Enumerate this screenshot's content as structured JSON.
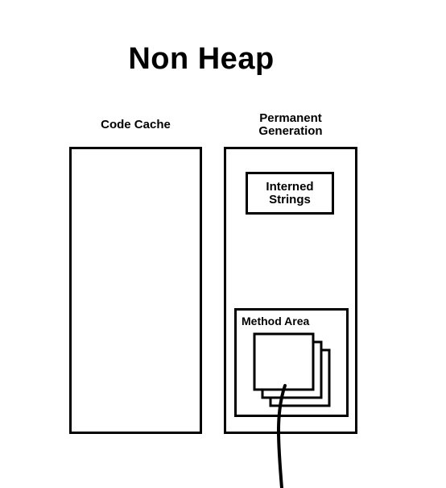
{
  "diagram": {
    "title": "Non Heap",
    "code_cache": {
      "label": "Code Cache"
    },
    "permanent_generation": {
      "label": "Permanent\nGeneration",
      "interned_strings": "Interned\nStrings",
      "method_area": {
        "label": "Method Area",
        "stacked_items": 3
      }
    }
  }
}
